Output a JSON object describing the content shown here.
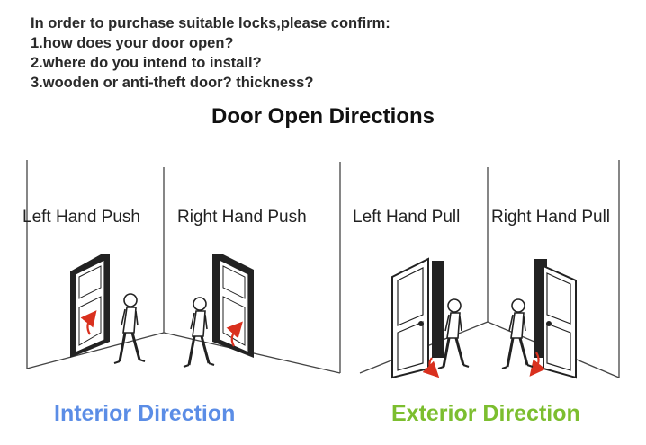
{
  "intro": {
    "line1": "In order to purchase suitable locks,please confirm:",
    "line2": "1.how does your door open?",
    "line3": "2.where do you intend to install?",
    "line4": "3.wooden or anti-theft door? thickness?"
  },
  "heading": "Door Open Directions",
  "labels": {
    "left_push": "Left Hand Push",
    "right_push": "Right Hand Push",
    "left_pull": "Left Hand Pull",
    "right_pull": "Right Hand Pull"
  },
  "directions": {
    "interior": "Interior Direction",
    "exterior": "Exterior Direction"
  },
  "colors": {
    "interior": "#5b8de6",
    "exterior": "#7cbe2f",
    "arrow": "#d9301e",
    "line": "#222222"
  }
}
